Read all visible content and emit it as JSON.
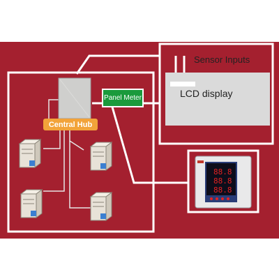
{
  "hub": {
    "label": "Central Hub"
  },
  "panel_meter": {
    "label": "Panel Meter"
  },
  "device": {
    "sensor_label": "Sensor Inputs",
    "lcd_label": "LCD display"
  },
  "colors": {
    "background_band": "#a4202f",
    "box_outline": "#ffffff",
    "hub_badge": "#f2a33a",
    "panel_meter_badge": "#1a9a3c",
    "display_panel": "#dadada",
    "connector_lines": "#e6e6e6",
    "meter_digits": "#e32222"
  },
  "icons": {
    "server": "server-icon",
    "hub_device": "hub-device-icon",
    "panel_meter_device": "panel-meter-device-icon"
  }
}
